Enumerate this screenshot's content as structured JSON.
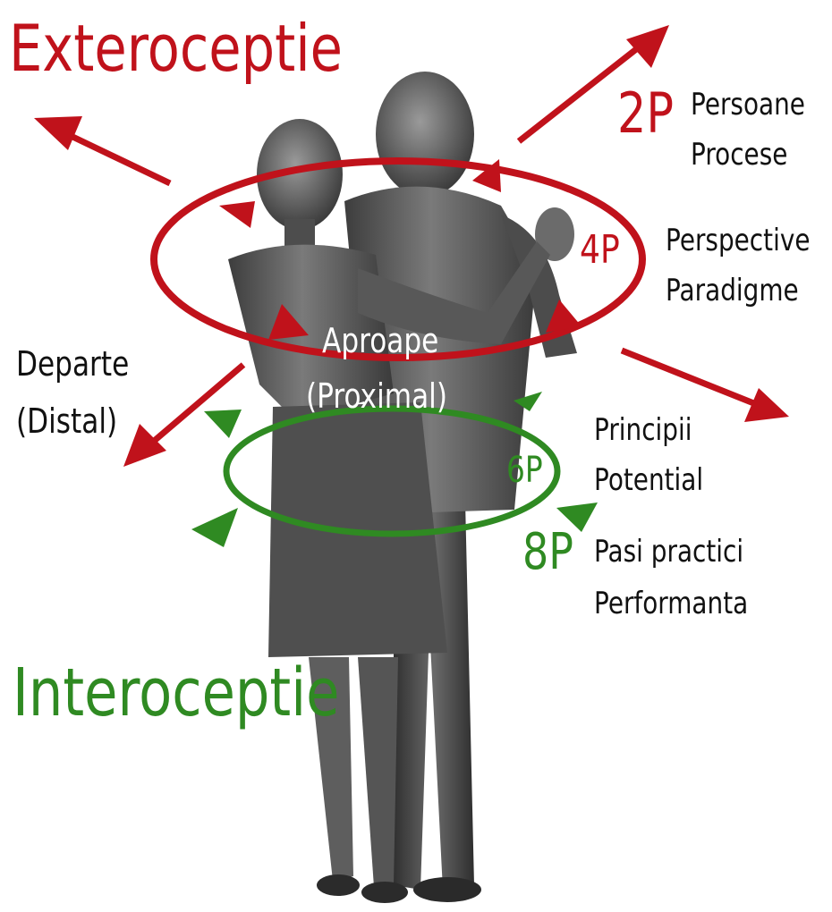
{
  "colors": {
    "red": "#c0121b",
    "green": "#2f8a22",
    "text": "#111111",
    "statue": "#5a5a5a"
  },
  "labels": {
    "exteroceptie": "Exteroceptie",
    "interoceptie": "Interoceptie",
    "p2": "2P",
    "p2_line1": "Persoane",
    "p2_line2": "Procese",
    "p4": "4P",
    "p4_line1": "Perspective",
    "p4_line2": "Paradigme",
    "aproape_line1": "Aproape",
    "aproape_line2": "(Proximal)",
    "departe_line1": "Departe",
    "departe_line2": "(Distal)",
    "p6": "6P",
    "p6_line1": "Principii",
    "p6_line2": "Potential",
    "p8": "8P",
    "p8_line1": "Pasi practici",
    "p8_line2": "Performanta"
  }
}
